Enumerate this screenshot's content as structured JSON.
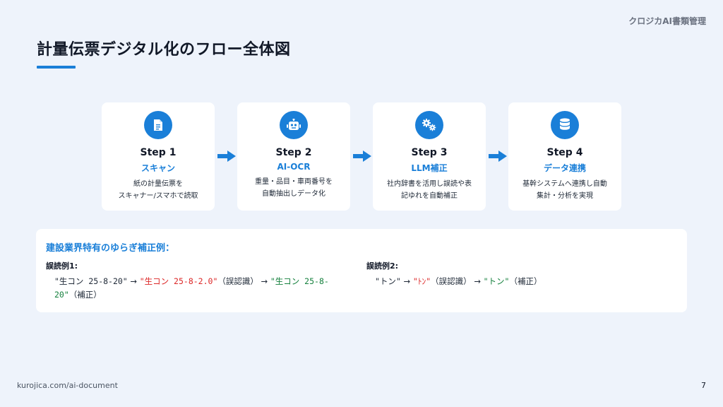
{
  "brand": "クロジカAI書類管理",
  "title": "計量伝票デジタル化のフロー全体図",
  "colors": {
    "accent": "#1a7fd8",
    "error": "#dc2626",
    "corrected": "#15803d",
    "background": "#eef3fb"
  },
  "steps": [
    {
      "number": "Step 1",
      "name": "スキャン",
      "icon": "document-icon",
      "desc": "紙の計量伝票を\nスキャナー/スマホで読取"
    },
    {
      "number": "Step 2",
      "name": "AI-OCR",
      "icon": "robot-icon",
      "desc": "重量・品目・車両番号を\n自動抽出しデータ化"
    },
    {
      "number": "Step 3",
      "name": "LLM補正",
      "icon": "gears-icon",
      "desc": "社内辞書を活用し誤読や表\n記ゆれを自動補正"
    },
    {
      "number": "Step 4",
      "name": "データ連携",
      "icon": "database-icon",
      "desc": "基幹システムへ連携し自動\n集計・分析を実現"
    }
  ],
  "examples": {
    "heading": "建設業界特有のゆらぎ補正例：",
    "ex1": {
      "label": "誤読例1:",
      "original": "\"生コン 25-8-20\"",
      "arrow": " → ",
      "misread": "\"生コン 25-8-2.0\"",
      "misread_note": "（誤認識）",
      "arrow2": " → ",
      "corrected": "\"生コン 25-8-20\"",
      "corrected_note": "（補正）"
    },
    "ex2": {
      "label": "誤読例2:",
      "original": "\"トン\"",
      "arrow": " → ",
      "misread": "\"ﾄﾝ\"",
      "misread_note": "（誤認識）",
      "arrow2": " → ",
      "corrected": "\"トン\"",
      "corrected_note": "（補正）"
    }
  },
  "footer": {
    "url": "kurojica.com/ai-document",
    "page": "7"
  }
}
